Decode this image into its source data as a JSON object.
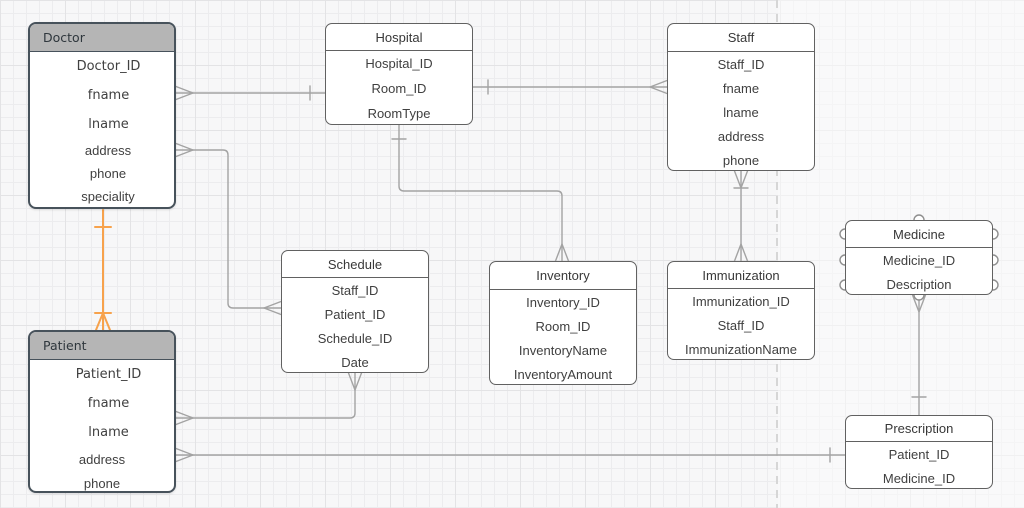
{
  "colors": {
    "accent_orange": "#f7a24c",
    "edge_gray": "#a3a3a3",
    "entity_border": "#616161",
    "strong_border": "#47525b",
    "header_fill": "#b5b5b5",
    "muted_text": "#5e6e7e",
    "page_divider": "#d6d6d6",
    "grid_minor": "#ececee",
    "grid_major": "#e3e3e5"
  },
  "entities": {
    "doctor": {
      "title": "Doctor",
      "fields": [
        "Doctor_ID",
        "fname",
        "lname",
        "address",
        "phone",
        "speciality"
      ]
    },
    "hospital": {
      "title": "Hospital",
      "fields": [
        "Hospital_ID",
        "Room_ID",
        "RoomType"
      ]
    },
    "staff": {
      "title": "Staff",
      "fields": [
        "Staff_ID",
        "fname",
        "lname",
        "address",
        "phone"
      ]
    },
    "schedule": {
      "title": "Schedule",
      "fields": [
        "Staff_ID",
        "Patient_ID",
        "Schedule_ID",
        "Date"
      ]
    },
    "inventory": {
      "title": "Inventory",
      "fields": [
        "Inventory_ID",
        "Room_ID",
        "InventoryName",
        "InventoryAmount"
      ]
    },
    "immunization": {
      "title": "Immunization",
      "fields": [
        "Immunization_ID",
        "Staff_ID",
        "ImmunizationName"
      ]
    },
    "medicine": {
      "title": "Medicine",
      "fields": [
        "Medicine_ID",
        "Description"
      ]
    },
    "patient": {
      "title": "Patient",
      "fields": [
        "Patient_ID",
        "fname",
        "lname",
        "address",
        "phone"
      ]
    },
    "prescription": {
      "title": "Prescription",
      "fields": [
        "Patient_ID",
        "Medicine_ID"
      ]
    }
  },
  "relationships": [
    {
      "from": "Doctor",
      "to": "Hospital",
      "from_marker": "many",
      "to_marker": "one"
    },
    {
      "from": "Doctor",
      "to": "Schedule",
      "from_marker": "many",
      "to_marker": "many"
    },
    {
      "from": "Hospital",
      "to": "Staff",
      "from_marker": "one",
      "to_marker": "many"
    },
    {
      "from": "Hospital",
      "to": "Inventory",
      "from_marker": "one",
      "to_marker": "many"
    },
    {
      "from": "Staff",
      "to": "Immunization",
      "from_marker": "one-or-many",
      "to_marker": "many"
    },
    {
      "from": "Medicine",
      "to": "Prescription",
      "from_marker": "many",
      "to_marker": "one"
    },
    {
      "from": "Schedule",
      "to": "Patient",
      "from_marker": "many",
      "to_marker": "many"
    },
    {
      "from": "Patient",
      "to": "Prescription",
      "from_marker": "many",
      "to_marker": "one"
    },
    {
      "from": "Doctor",
      "to": "Patient",
      "from_marker": "one",
      "to_marker": "one-or-many",
      "highlight": "orange"
    }
  ]
}
